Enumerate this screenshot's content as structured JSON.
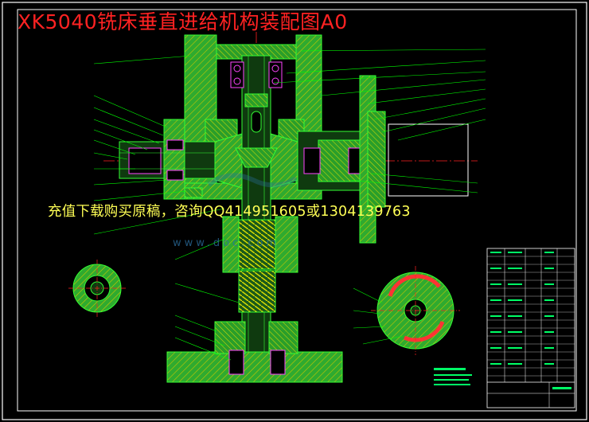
{
  "drawing": {
    "title": "XK5040铣床垂直进给机构装配图A0",
    "promo_text": "充值下载购买原稿，咨询QQ414951605或1304139763",
    "watermark_text": "www.doc.com"
  },
  "colors": {
    "background": "#000000",
    "frame": "#ffffff",
    "title": "#ff2222",
    "part_fill": "#33cc33",
    "hatch": "#c8c800",
    "leader": "#00ff00",
    "centerline": "#ff2020",
    "bearing": "#ff44ff",
    "promo": "#ffff55",
    "watermark": "#2b6fa0",
    "table_lines": "#ffffff",
    "table_text": "#00ff66"
  }
}
